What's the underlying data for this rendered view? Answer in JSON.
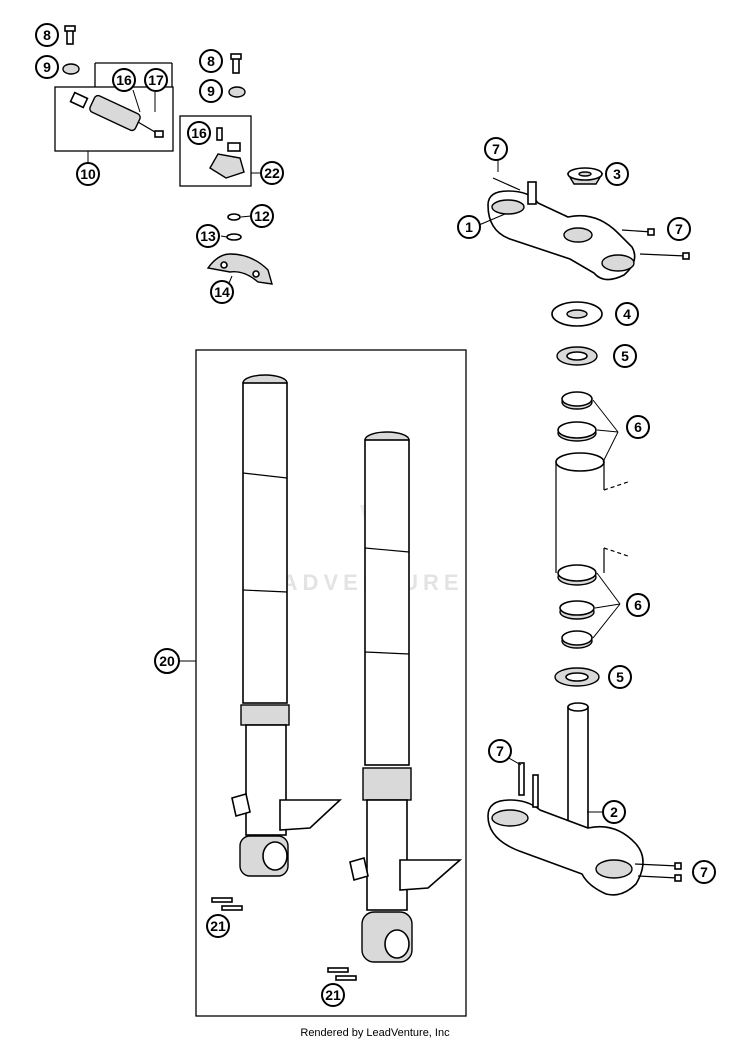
{
  "watermark": "EADVENTURE",
  "footer": "Rendered by LeadVenture, Inc",
  "callouts": {
    "c1": "1",
    "c2": "2",
    "c3": "3",
    "c4": "4",
    "c5a": "5",
    "c5b": "5",
    "c6a": "6",
    "c6b": "6",
    "c7a": "7",
    "c7b": "7",
    "c7c": "7",
    "c7d": "7",
    "c8a": "8",
    "c8b": "8",
    "c9a": "9",
    "c9b": "9",
    "c10": "10",
    "c12": "12",
    "c13": "13",
    "c14": "14",
    "c16a": "16",
    "c16b": "16",
    "c17": "17",
    "c20": "20",
    "c21a": "21",
    "c21b": "21",
    "c22": "22"
  }
}
